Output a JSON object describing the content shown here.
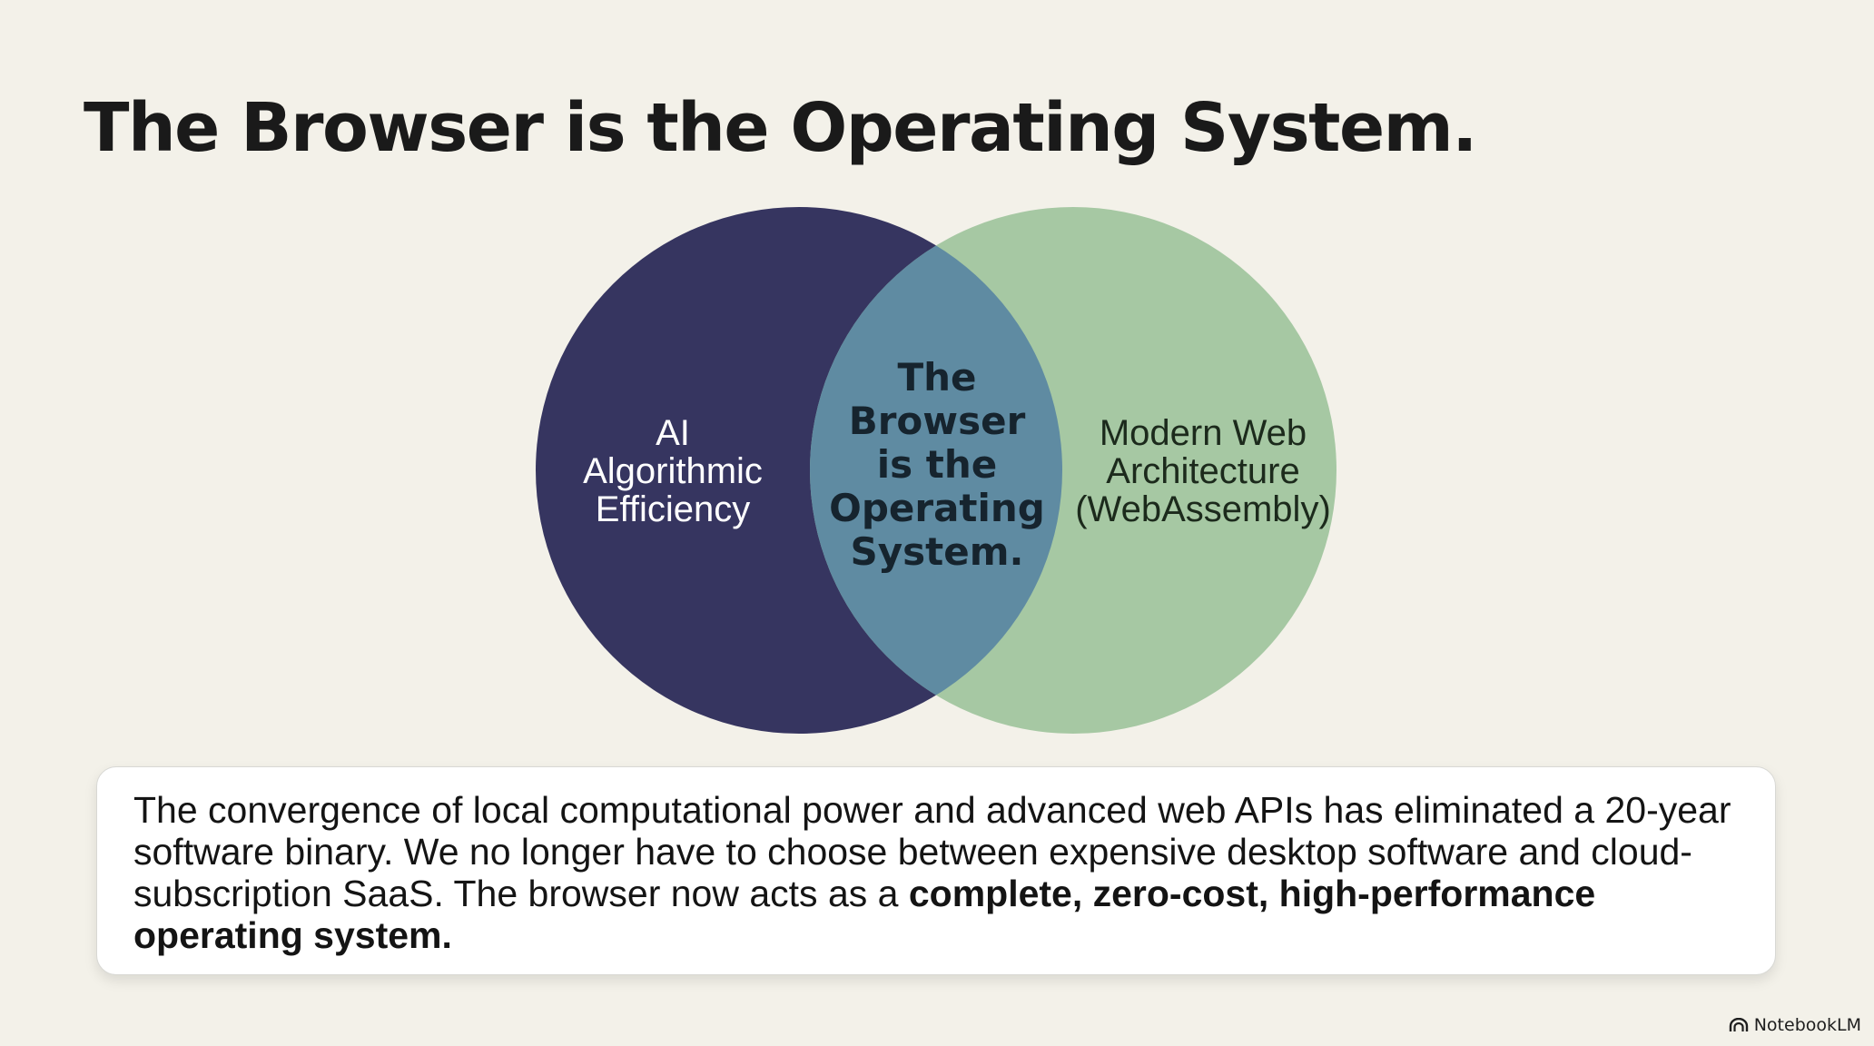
{
  "title": "The Browser is the Operating System.",
  "venn": {
    "left": {
      "label": "AI\nAlgorithmic\nEfficiency",
      "color": "#363560"
    },
    "right": {
      "label": "Modern Web\nArchitecture\n(WebAssembly)",
      "color": "#a6c8a3"
    },
    "intersection": {
      "label": "The\nBrowser\nis the\nOperating\nSystem.",
      "color": "#5f8ba2"
    }
  },
  "summary": {
    "text_regular": "The convergence of local computational power and advanced web APIs has eliminated a 20-year software binary. We no longer have to choose between expensive desktop software and cloud-subscription SaaS. The browser now acts as a ",
    "text_bold": "complete, zero-cost, high-performance operating system."
  },
  "brand": {
    "name": "NotebookLM",
    "icon": "notebooklm-logo-icon"
  }
}
